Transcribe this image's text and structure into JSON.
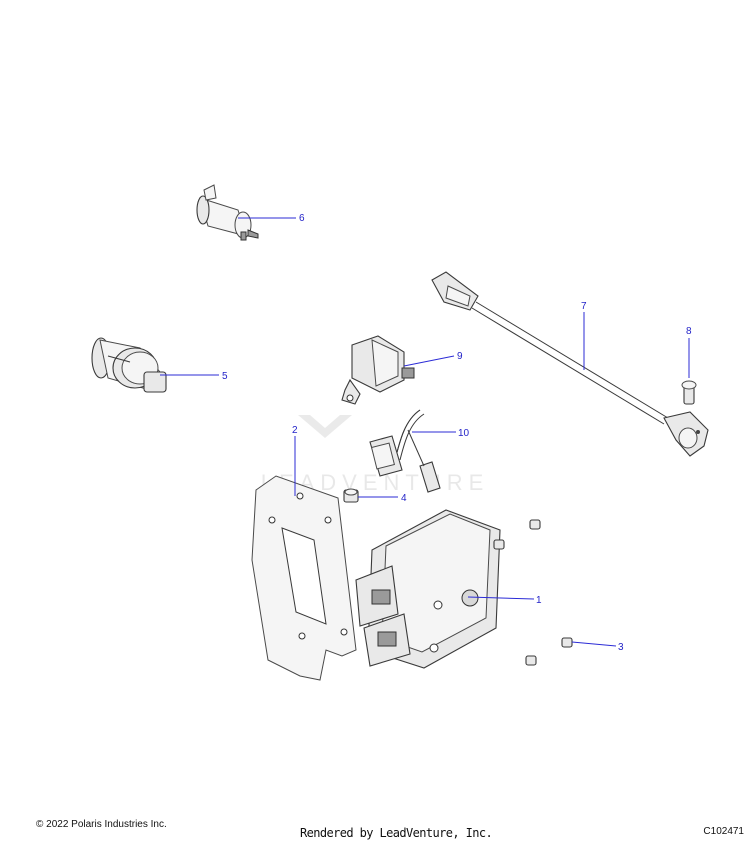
{
  "watermark": "LEADVENTURE",
  "callouts": [
    {
      "id": "1",
      "label": "1"
    },
    {
      "id": "2",
      "label": "2"
    },
    {
      "id": "3",
      "label": "3"
    },
    {
      "id": "4",
      "label": "4"
    },
    {
      "id": "5",
      "label": "5"
    },
    {
      "id": "6",
      "label": "6"
    },
    {
      "id": "7",
      "label": "7"
    },
    {
      "id": "8",
      "label": "8"
    },
    {
      "id": "9",
      "label": "9"
    },
    {
      "id": "10",
      "label": "10"
    }
  ],
  "footer": {
    "copyright": "© 2022 Polaris Industries Inc.",
    "rendered_by": "Rendered by LeadVenture, Inc.",
    "diagram_code": "C102471"
  },
  "colors": {
    "callout": "#2b2bd6",
    "outline": "#3a3a3a"
  }
}
